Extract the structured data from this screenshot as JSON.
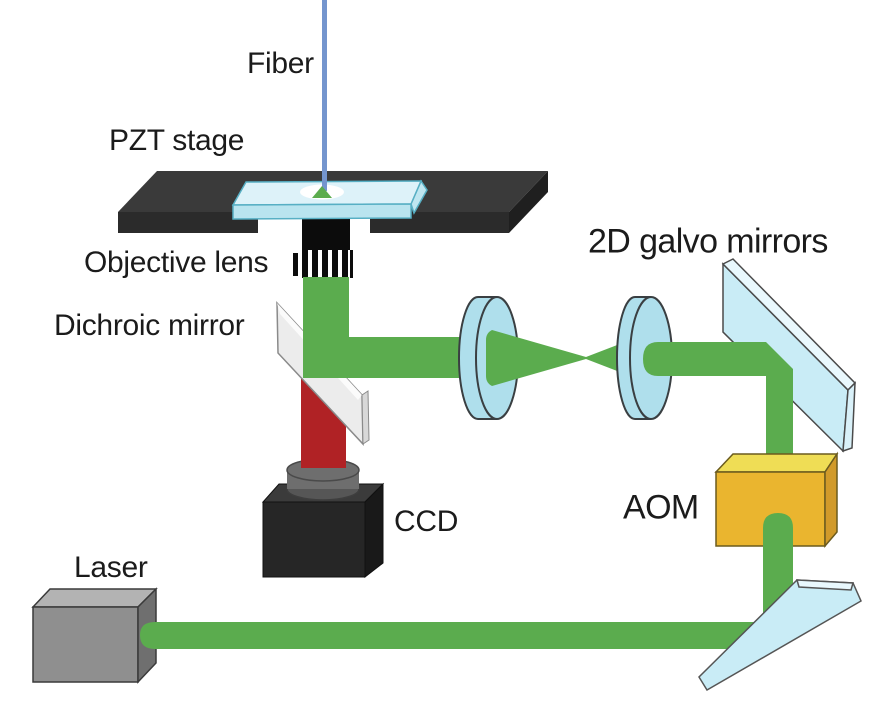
{
  "diagram": {
    "type": "optical-setup-schematic",
    "background": "#ffffff",
    "labels": {
      "fiber": "Fiber",
      "pzt_stage": "PZT stage",
      "objective_lens": "Objective lens",
      "dichroic_mirror": "Dichroic mirror",
      "ccd": "CCD",
      "laser": "Laser",
      "aom": "AOM",
      "galvo": "2D galvo mirrors"
    },
    "colors": {
      "beam_green": "#5BAC4E",
      "beam_red": "#B02225",
      "fiber_blue": "#7495CE",
      "lens_blue": "#AFDFEC",
      "mirror_blue": "#C9ECF6",
      "mirror_blue_light": "#E9F8FD",
      "mirror_blue_cap": "#D9F1F9",
      "slide_top": "#DDF2F9",
      "slide_front": "#B9E4EF",
      "slide_side": "#BFE6F0",
      "aom_top": "#EFDD55",
      "aom_front": "#EAB52F",
      "aom_side": "#D19A2A",
      "laser_front": "#8F8F8F",
      "laser_top": "#B3B3B3",
      "laser_side": "#6F6F6F",
      "stage_top": "#3A3A3A",
      "stage_front": "#2B2B2B",
      "stage_side": "#1F1F1F",
      "ccd_top": "#3B3B3B",
      "ccd_front": "#262626",
      "ccd_side": "#191919",
      "cylinder_gray": "#6E6E6E",
      "dichroic_face": "#ECECEC"
    }
  }
}
